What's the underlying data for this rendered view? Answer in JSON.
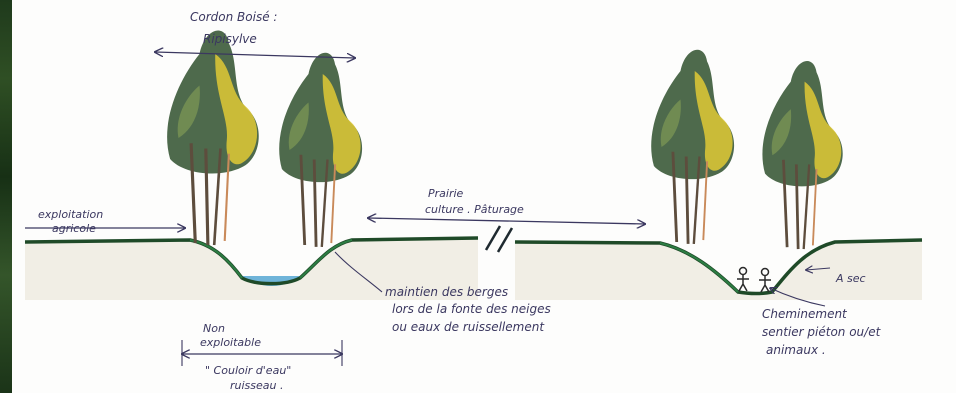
{
  "labels": {
    "cordon_title": "Cordon Boisé :",
    "ripisylve": "Ripisylve",
    "exploitation_line1": "exploitation",
    "exploitation_line2": "agricole",
    "prairie_line1": "Prairie",
    "prairie_line2": "culture . Pâturage",
    "maintien_line1": "maintien des berges",
    "maintien_line2": "lors de la fonte des neiges",
    "maintien_line3": "ou eaux de ruissellement",
    "non_line1": "Non",
    "non_line2": "exploitable",
    "couloir_line1": "\" Couloir d'eau\"",
    "couloir_line2": "ruisseau .",
    "a_sec": "A sec",
    "chemin_line1": "Cheminement",
    "chemin_line2": "sentier piéton ou/et",
    "chemin_line3": "animaux ."
  },
  "colors": {
    "ground": "#1f4a28",
    "grass": "#2f8a4a",
    "soil": "#e8e2d2",
    "water": "#6fb4d9",
    "ink": "#3b3860",
    "foliage_dark": "#4e6a4c",
    "foliage_yellow": "#d8c436",
    "trunk": "#7a6a55"
  },
  "icons": [
    "tree-icon",
    "water-icon",
    "walker-icon",
    "break-mark-icon"
  ]
}
